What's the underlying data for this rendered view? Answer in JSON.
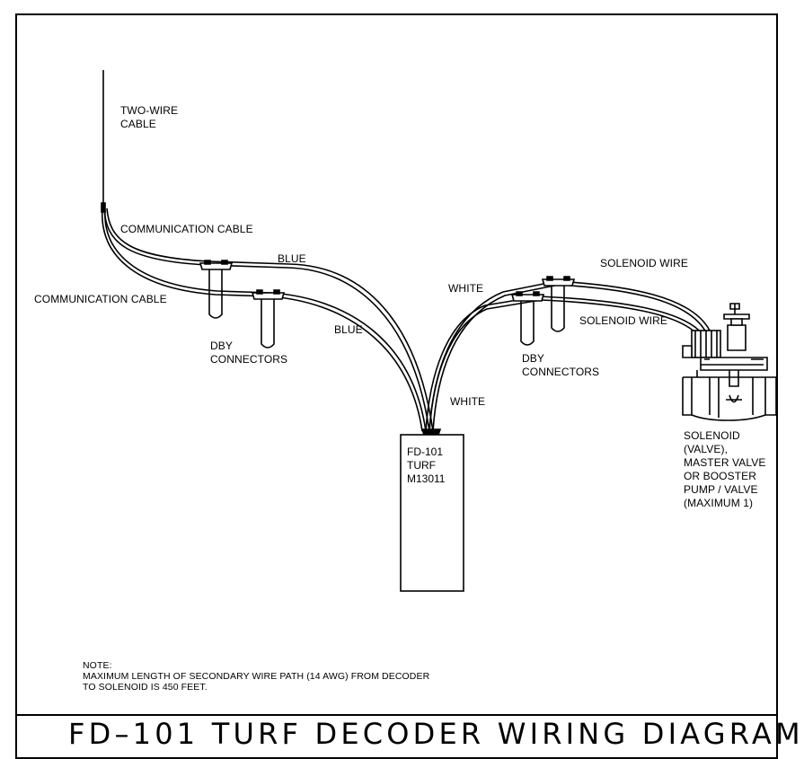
{
  "labels": {
    "two_wire_cable": "TWO-WIRE\nCABLE",
    "communication_cable_upper": "COMMUNICATION CABLE",
    "communication_cable_lower": "COMMUNICATION CABLE",
    "blue_upper": "BLUE",
    "blue_lower": "BLUE",
    "white_upper": "WHITE",
    "white_lower": "WHITE",
    "dby_connectors_left": "DBY\nCONNECTORS",
    "dby_connectors_right": "DBY\nCONNECTORS",
    "solenoid_wire_upper": "SOLENOID WIRE",
    "solenoid_wire_lower": "SOLENOID WIRE",
    "solenoid_description": "SOLENOID\n(VALVE),\nMASTER VALVE\nOR BOOSTER\nPUMP / VALVE\n(MAXIMUM 1)",
    "decoder_label": "FD-101\nTURF\nM13011"
  },
  "note": {
    "heading": "NOTE:",
    "line1": "MAXIMUM LENGTH OF SECONDARY WIRE PATH (14 AWG)  FROM DECODER",
    "line2": "TO SOLENOID IS 450 FEET."
  },
  "title": "FD–101  TURF  DECODER  WIRING  DIAGRAM"
}
